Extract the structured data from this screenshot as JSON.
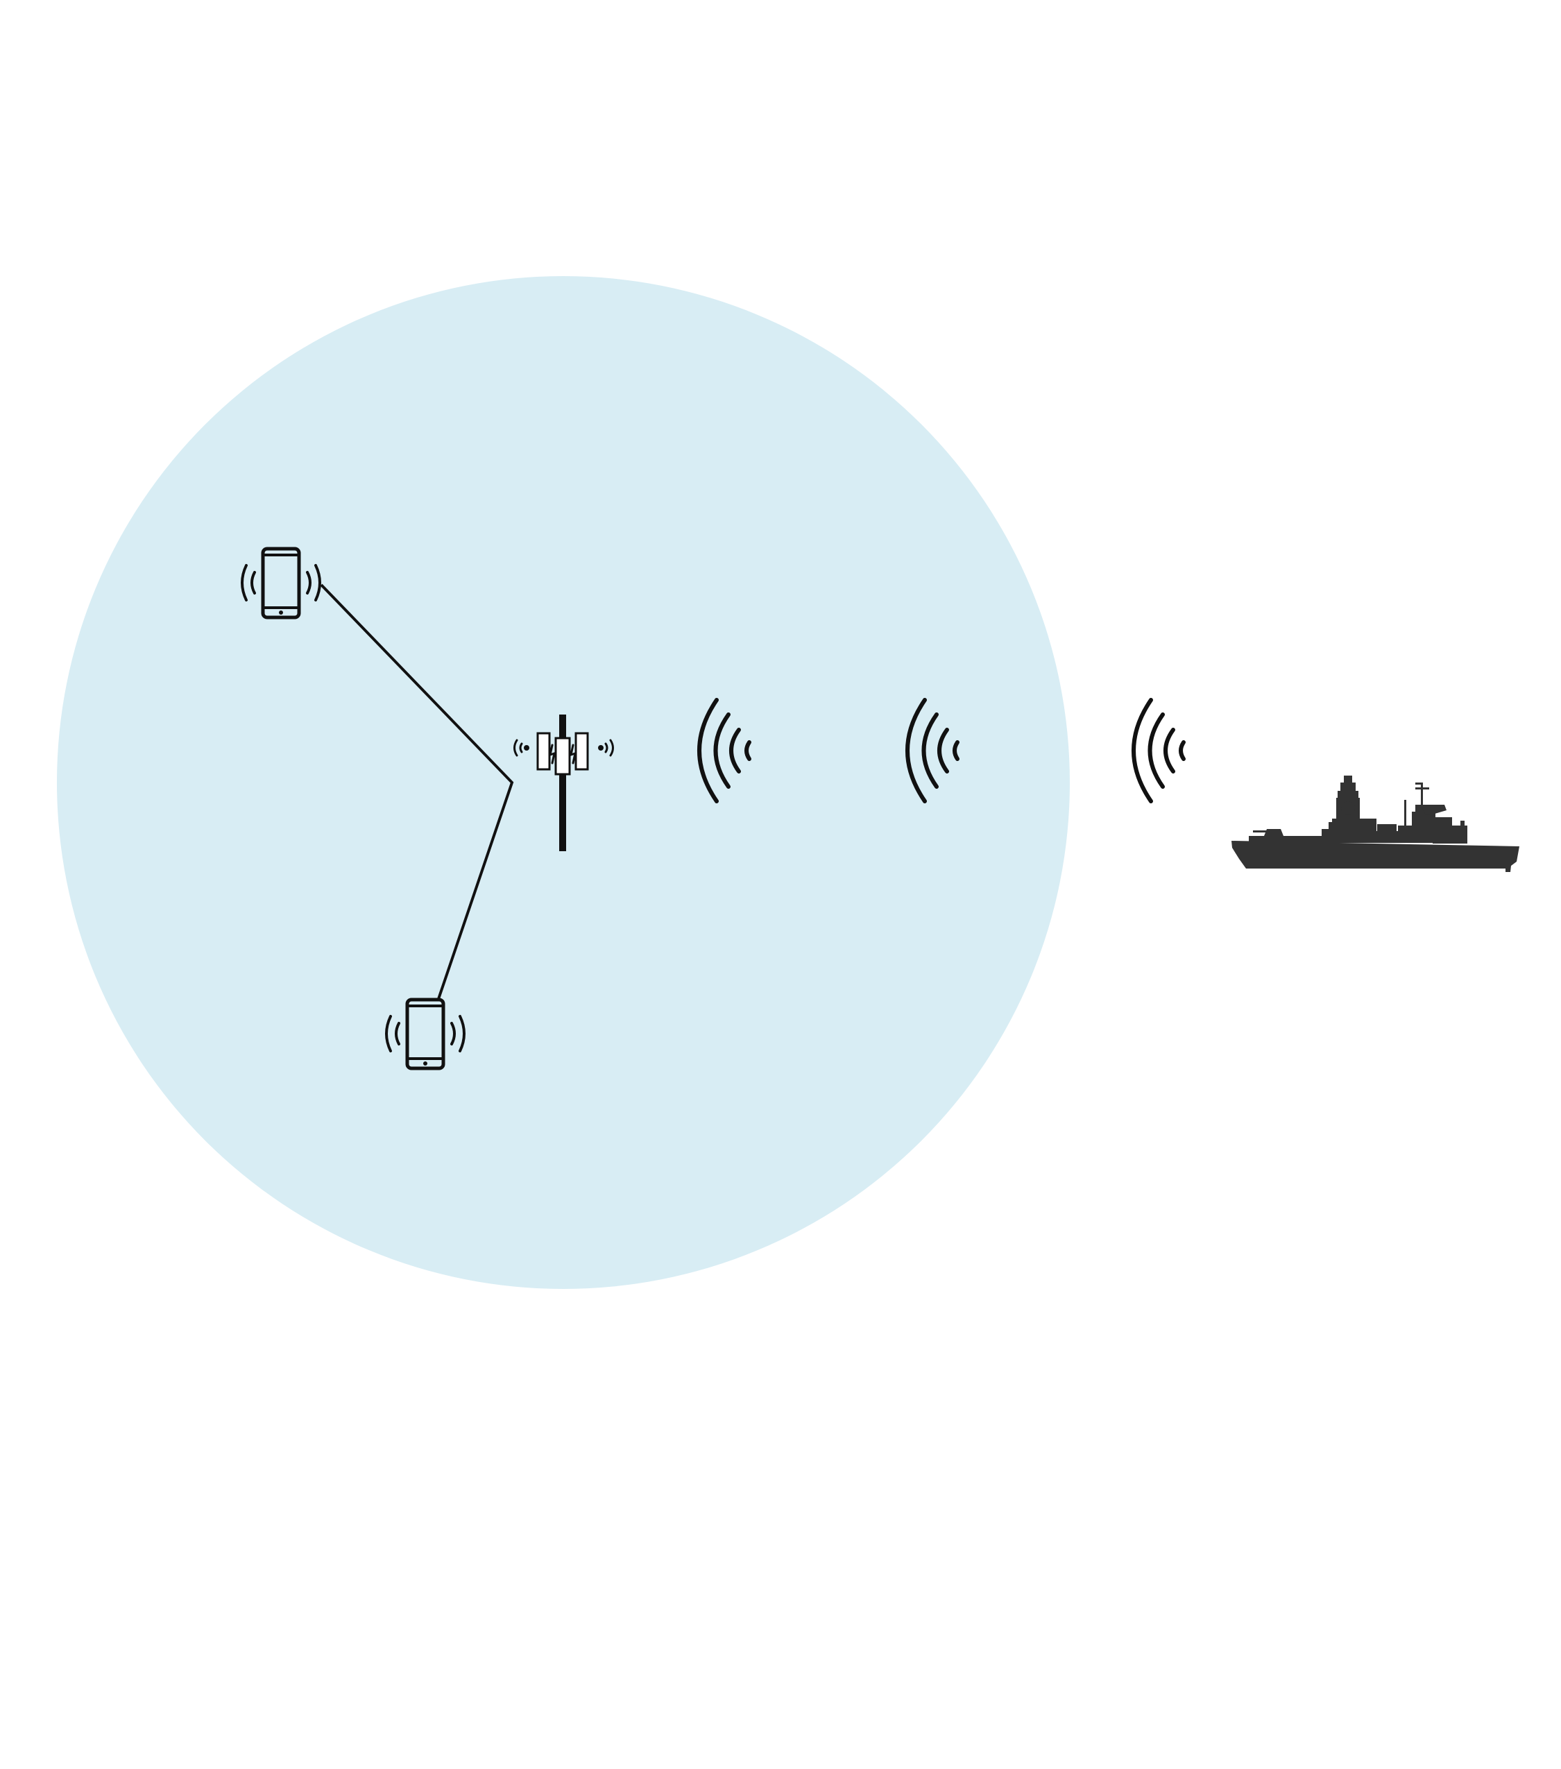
{
  "diagram": {
    "background_color": "#ffffff",
    "coverage_area": {
      "shape": "circle",
      "fill_color": "#d8edf4"
    },
    "nodes": [
      {
        "id": "phone-top",
        "kind": "smartphone",
        "icon": "smartphone-icon",
        "emitting": true
      },
      {
        "id": "phone-bottom",
        "kind": "smartphone",
        "icon": "smartphone-icon",
        "emitting": true
      },
      {
        "id": "cell-tower",
        "kind": "cell tower",
        "icon": "cell-tower-icon",
        "emitting": true
      },
      {
        "id": "ship",
        "kind": "naval ship",
        "icon": "warship-icon",
        "color": "#333333"
      }
    ],
    "links": [
      {
        "from": "phone-top",
        "to": "cell-tower",
        "style": "line"
      },
      {
        "from": "phone-bottom",
        "to": "cell-tower",
        "style": "line"
      },
      {
        "from": "cell-tower",
        "to": "ship",
        "style": "radio-waves",
        "wave_groups": 3
      }
    ],
    "colors": {
      "icon_stroke": "#111111",
      "link_line": "#111111",
      "ship_fill": "#333333"
    }
  }
}
